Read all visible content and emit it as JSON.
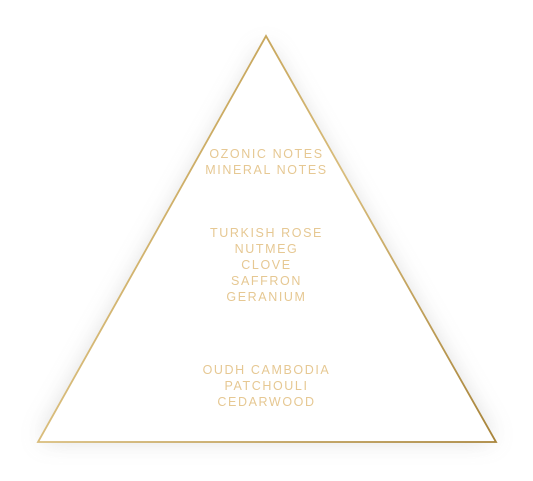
{
  "pyramid": {
    "colors": {
      "gold_line": "#c9a961",
      "gold_text": "#e6c893",
      "shadow": "#b8b8b8"
    },
    "top_notes": [
      "OZONIC NOTES",
      "MINERAL NOTES"
    ],
    "heart_notes": [
      "TURKISH ROSE",
      "NUTMEG",
      "CLOVE",
      "SAFFRON",
      "GERANIUM"
    ],
    "base_notes": [
      "OUDH CAMBODIA",
      "PATCHOULI",
      "CEDARWOOD"
    ]
  }
}
